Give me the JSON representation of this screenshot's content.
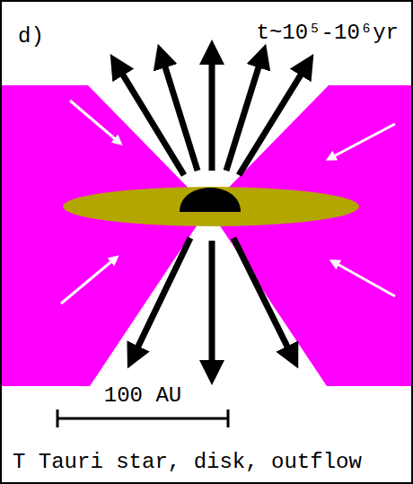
{
  "diagram": {
    "caption": "T Tauri star, disk, outflow",
    "labels": [
      "d)",
      "t~10⁵-10⁶yr",
      "100 AU"
    ]
  }
}
